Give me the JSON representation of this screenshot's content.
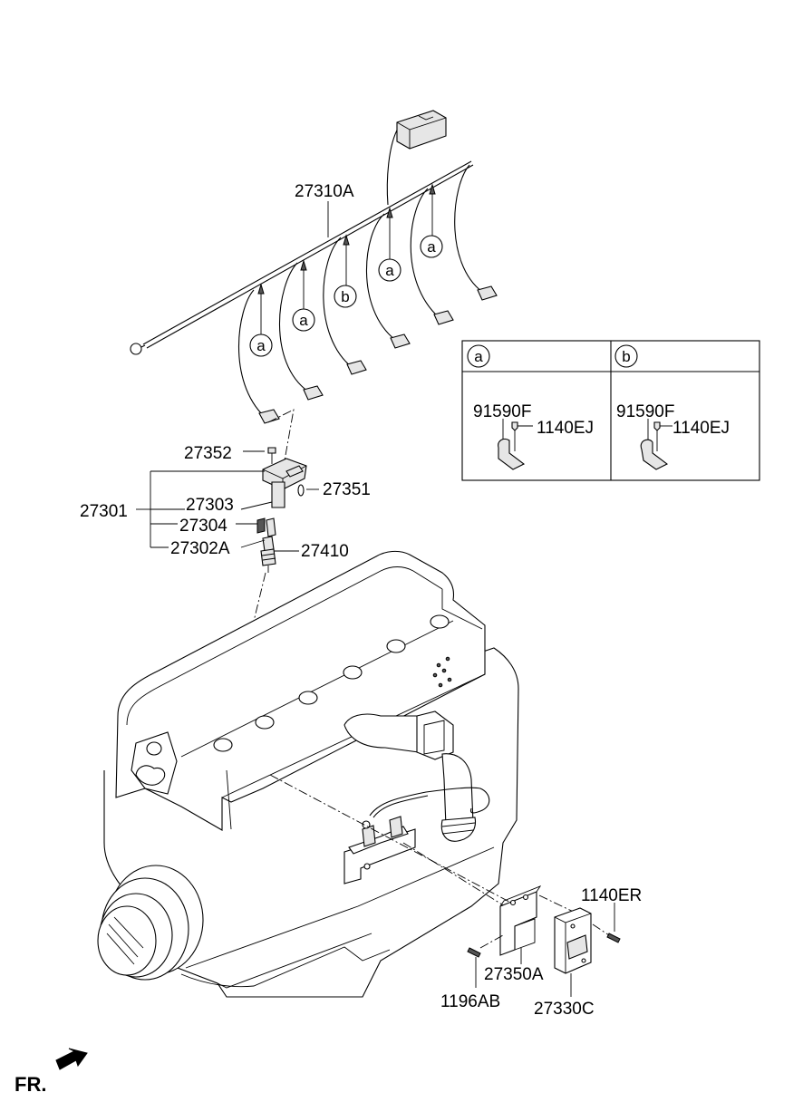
{
  "labels": {
    "harness": "27310A",
    "sensor_bolt": "27352",
    "coil_assy": "27301",
    "coil": "27303",
    "o_ring": "27351",
    "spring": "27304",
    "boot": "27302A",
    "spark_plug": "27410",
    "bolt_er": "1140ER",
    "bracket": "27350A",
    "screw": "1196AB",
    "module": "27330C",
    "front": "FR."
  },
  "callouts": {
    "a": "a",
    "b": "b"
  },
  "detail_table": {
    "header_a": "a",
    "header_b": "b",
    "clip_a": "91590F",
    "bolt_a": "1140EJ",
    "clip_b": "91590F",
    "bolt_b": "1140EJ"
  }
}
